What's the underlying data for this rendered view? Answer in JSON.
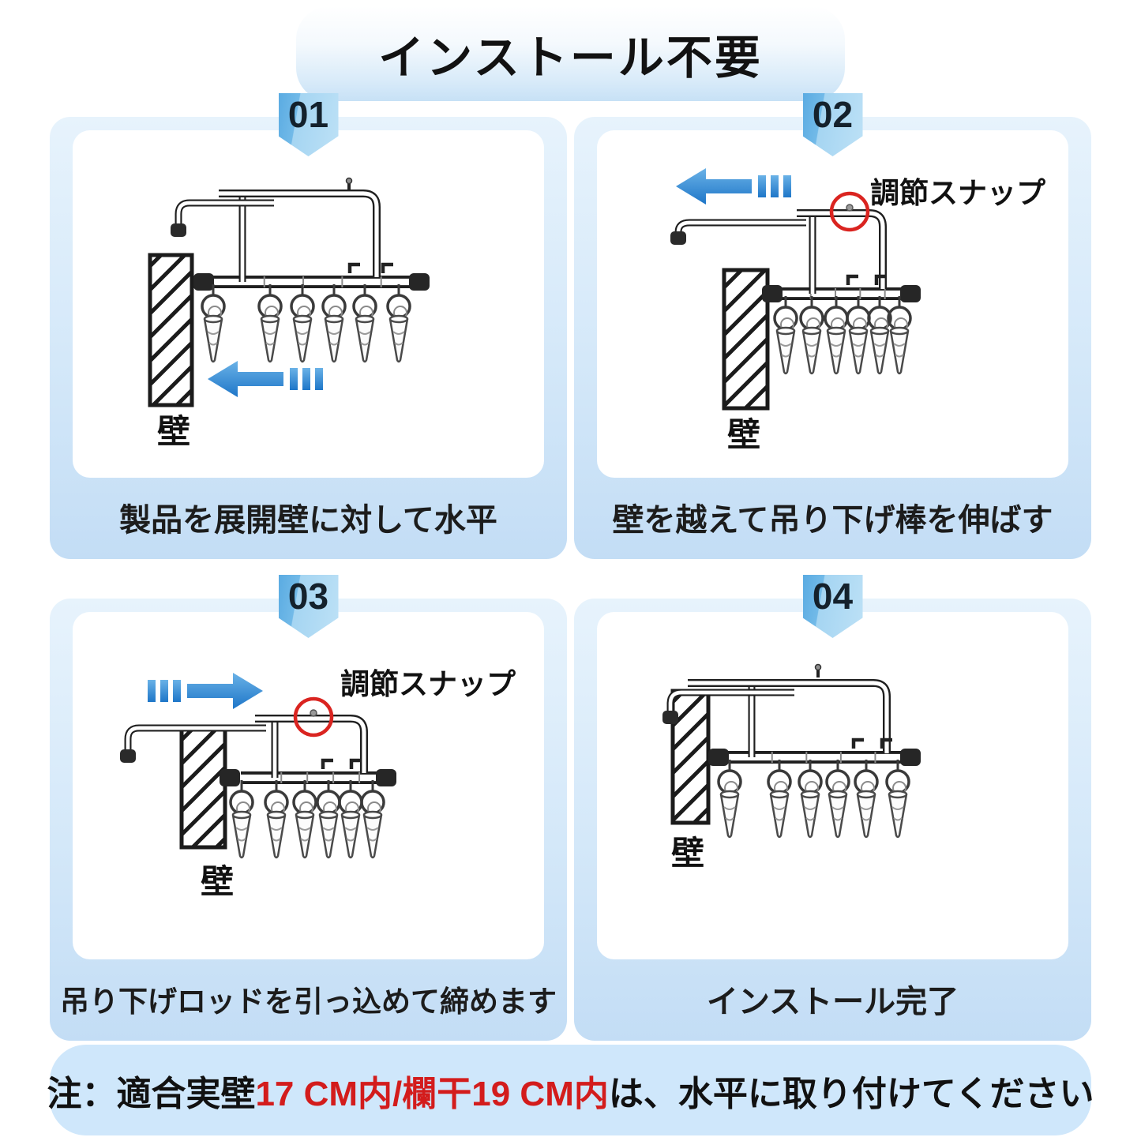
{
  "title": "インストール不要",
  "steps": [
    {
      "number": "01",
      "caption": "製品を展開壁に対して水平",
      "wall_label": "壁"
    },
    {
      "number": "02",
      "caption": "壁を越えて吊り下げ棒を伸ばす",
      "wall_label": "壁",
      "snap_label": "調節スナップ"
    },
    {
      "number": "03",
      "caption": "吊り下げロッドを引っ込めて締めます",
      "wall_label": "壁",
      "snap_label": "調節スナップ"
    },
    {
      "number": "04",
      "caption": "インストール完了",
      "wall_label": "壁"
    }
  ],
  "note": {
    "prefix": "注：適合実壁",
    "highlight": "17 CM内/欄干19 CM内",
    "suffix": "は、水平に取り付けてください"
  },
  "colors": {
    "panel_blue": "#d4e8f9",
    "banner_blue": "#cfe7fb",
    "badge_blue_dark": "#5aabe2",
    "badge_blue_light": "#bde1f6",
    "arrow_blue_top": "#6ab2e7",
    "arrow_blue_bottom": "#1e76c8",
    "accent_red": "#d31c1c",
    "line_black": "#1f1f1f"
  }
}
